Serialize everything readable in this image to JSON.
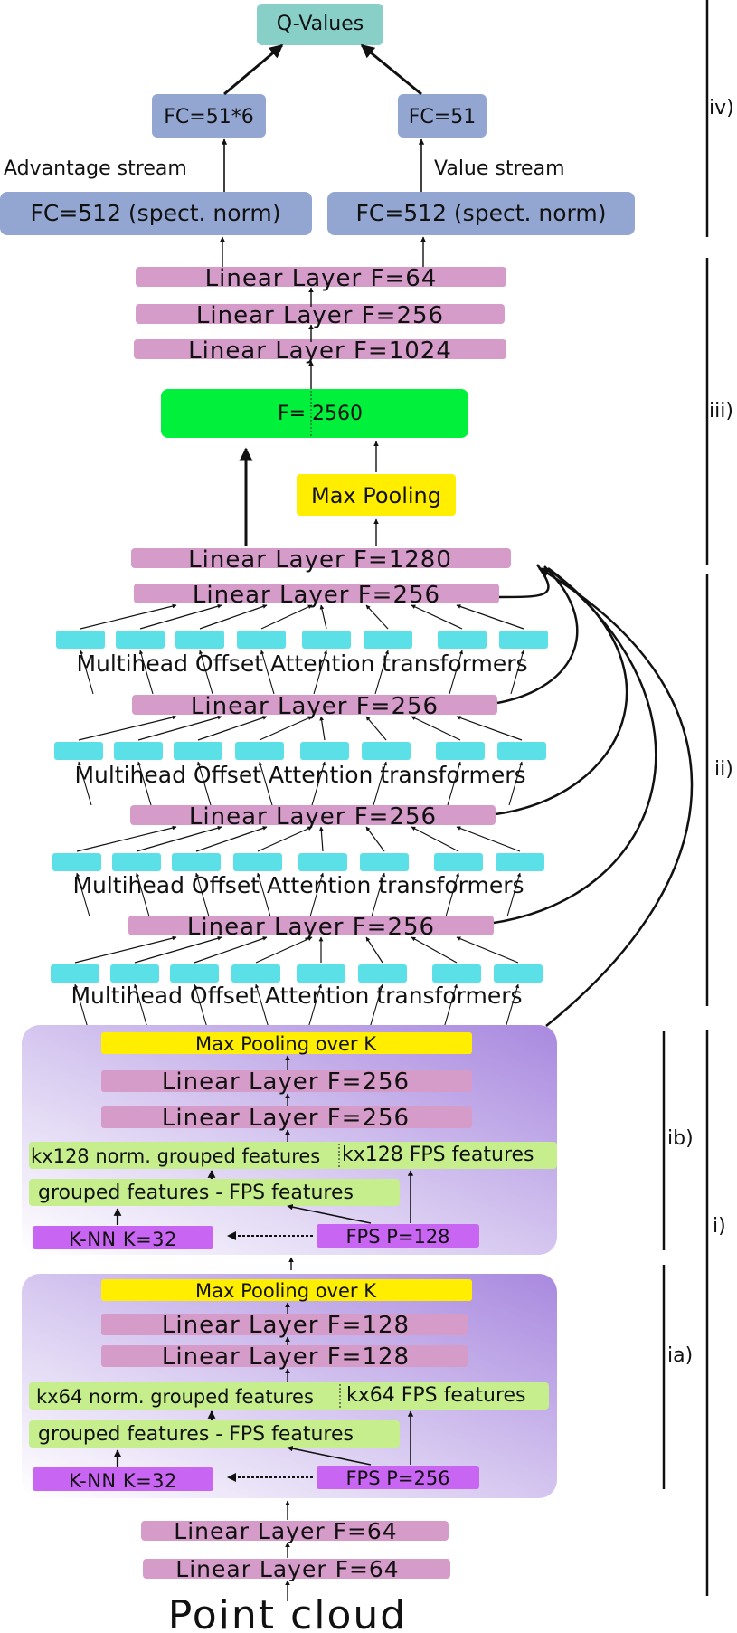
{
  "top": {
    "qvalues": "Q-Values",
    "fc_adv": "FC=51*6",
    "fc_val": "FC=51",
    "adv_stream": "Advantage stream",
    "val_stream": "Value stream",
    "fc512_left": "FC=512 (spect. norm)",
    "fc512_right": "FC=512 (spect. norm)"
  },
  "sec3": {
    "lin64": "Linear Layer F=64",
    "lin256": "Linear Layer F=256",
    "lin1024": "Linear Layer F=1024",
    "concat": "F= 2560",
    "maxpool": "Max Pooling",
    "lin1280": "Linear Layer F=1280"
  },
  "sec2": {
    "lin256": "Linear Layer F=256",
    "attention": "Multihead Offset Attention transformers"
  },
  "sec1b": {
    "maxpool_k": "Max Pooling over K",
    "lin_a": "Linear Layer F=256",
    "lin_b": "Linear Layer F=256",
    "norm_grouped": "kx128 norm. grouped features",
    "fps_features": "kx128 FPS features",
    "grouped_minus": "grouped features - FPS features",
    "knn": "K-NN K=32",
    "fps": "FPS P=128"
  },
  "sec1a": {
    "maxpool_k": "Max Pooling over K",
    "lin_a": "Linear Layer F=128",
    "lin_b": "Linear Layer F=128",
    "norm_grouped": "kx64 norm. grouped features",
    "fps_features": "kx64 FPS features",
    "grouped_minus": "grouped features - FPS features",
    "knn": "K-NN K=32",
    "fps": "FPS P=256"
  },
  "bottom": {
    "lin_a": "Linear Layer F=64",
    "lin_b": "Linear Layer F=64",
    "point_cloud": "Point cloud"
  },
  "sections": {
    "iv": "iv)",
    "iii": "iii)",
    "ii": "ii)",
    "ib": "ib)",
    "ia": "ia)",
    "i": "i)"
  },
  "colors": {
    "linear": "#d59bc9",
    "fc": "#93a6d2",
    "q": "#88cfc8",
    "concat": "#00f03c",
    "maxpool": "#ffee00",
    "attention_block": "#5ae0e6",
    "feature": "#c6ee8c",
    "knn": "#c865f2"
  }
}
